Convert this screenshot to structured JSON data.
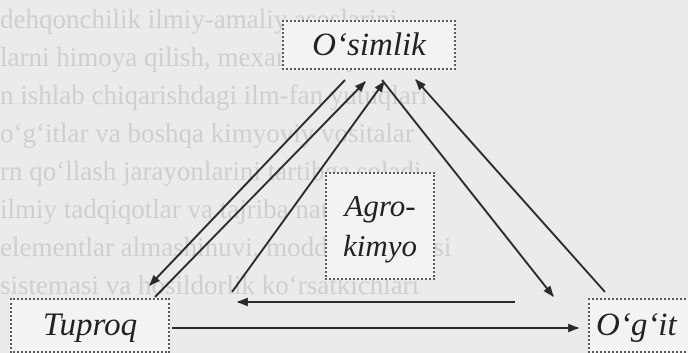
{
  "nodes": {
    "top": "O‘simlik",
    "left": "Tuproq",
    "right": "O‘g‘it",
    "center_line1": "Agro-",
    "center_line2": "kimyo"
  },
  "background_text": [
    "dehqonchilik ilmiy-amaliy asoslarini",
    "larni himoya qilish, mexanizatsiya hamda",
    "n ishlab chiqarishdagi ilm-fan yutuqlari",
    "o‘g‘itlar va boshqa kimyoviy vositalar",
    "rn qo‘llash jarayonlarini tartibga soladi",
    "ilmiy tadqiqotlar va tajriba natijalari",
    "elementlar almashinuvi, moddalar balansi",
    "sistemasi va hosildorlik ko‘rsatkichlari"
  ],
  "colors": {
    "background": "#ebebeb",
    "stroke": "#2a2a2a",
    "text": "#222222"
  }
}
